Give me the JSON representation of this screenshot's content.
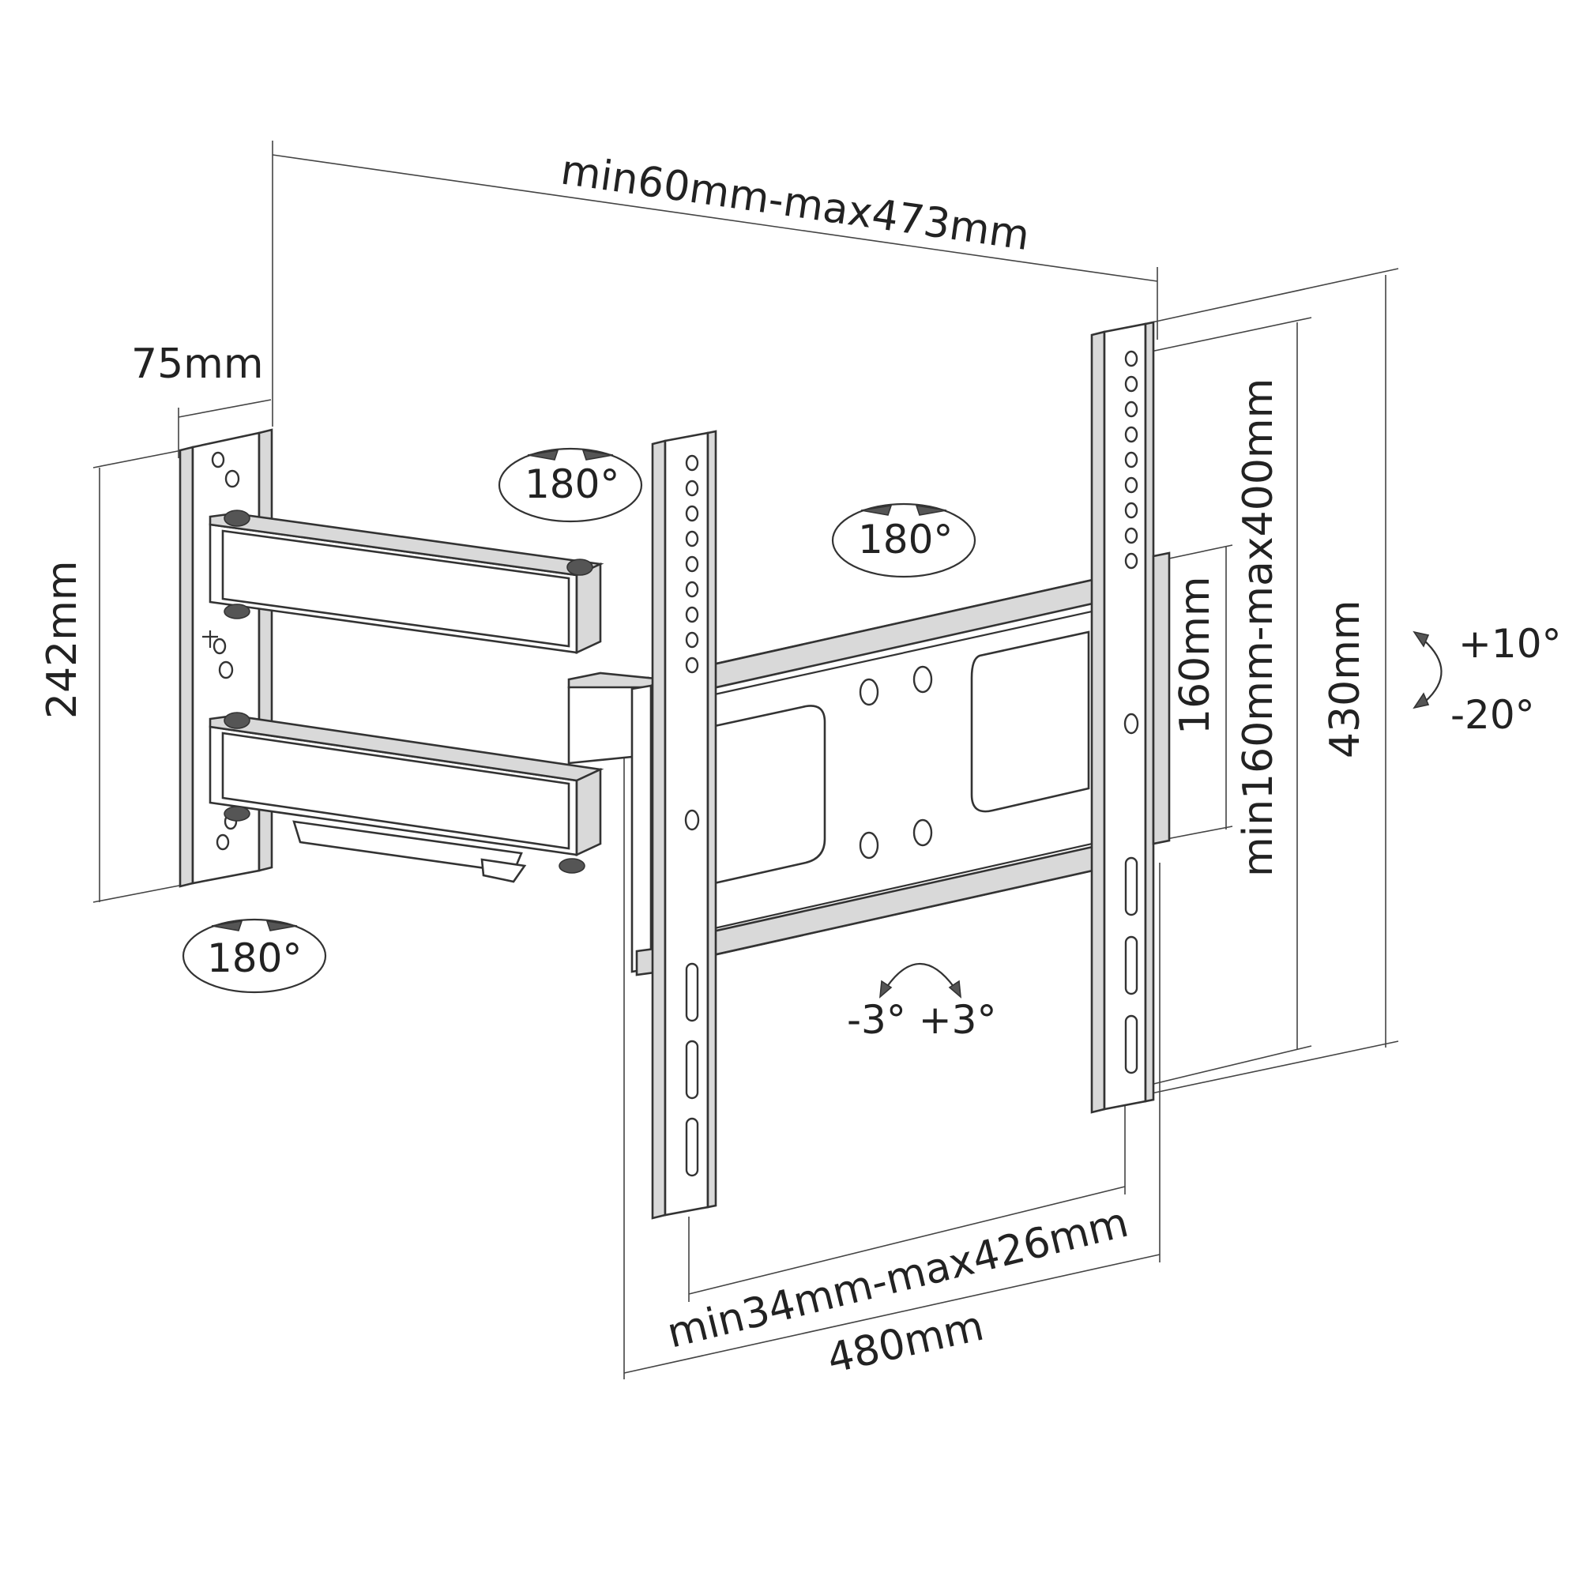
{
  "dimensions": {
    "arm_extension": "min60mm-max473mm",
    "wall_plate_width": "75mm",
    "wall_plate_height": "242mm",
    "vertical_vesa": "min160mm-max400mm",
    "bracket_height": "430mm",
    "crossbar_height": "160mm",
    "horizontal_vesa": "min34mm-max426mm",
    "overall_width": "480mm"
  },
  "angles": {
    "wall_swivel": "180°",
    "middle_swivel": "180°",
    "top_swivel": "180°",
    "tilt_up": "+10°",
    "tilt_down": "-20°",
    "level": "-3° +3°"
  },
  "colors": {
    "line": "#333333",
    "shade": "#d9d9d9",
    "background": "#ffffff"
  }
}
